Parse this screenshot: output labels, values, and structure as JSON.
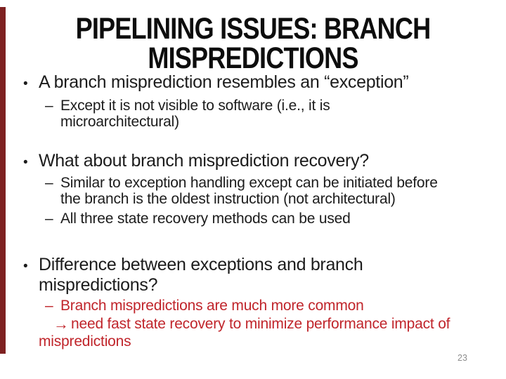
{
  "slide": {
    "title": {
      "lines": [
        "PIPELINING ISSUES: BRANCH",
        "MISPREDICTIONS"
      ]
    },
    "markers": {
      "bullet": "•",
      "dash": "–",
      "arrow": "→"
    },
    "colors": {
      "text_black": "#1C1C1C",
      "title_black": "#0D0D0D",
      "red_text": "#C0252B",
      "accent_bar": "#7E2121",
      "page_number_gray": "#8C8C8C",
      "background": "#FFFFFF"
    },
    "bullet1": {
      "line1": "A branch misprediction resembles an “exception”"
    },
    "sub1": {
      "line1": "Except it is not visible to software (i.e., it is",
      "line2": "microarchitectural)"
    },
    "bullet2": {
      "line1": "What about branch misprediction recovery?"
    },
    "sub2a": {
      "line1": "Similar to exception handling except can be initiated before",
      "line2": "the branch is the oldest instruction (not architectural)"
    },
    "sub2b": {
      "line1": "All three state recovery methods can be used"
    },
    "bullet3": {
      "line1": "Difference between exceptions and branch",
      "line2": "mispredictions?"
    },
    "red1": {
      "line1": "Branch mispredictions are much more common"
    },
    "red2": {
      "line1": "need fast state recovery to minimize performance impact of"
    },
    "red3": {
      "line1": "mispredictions"
    },
    "page_number": "23"
  }
}
